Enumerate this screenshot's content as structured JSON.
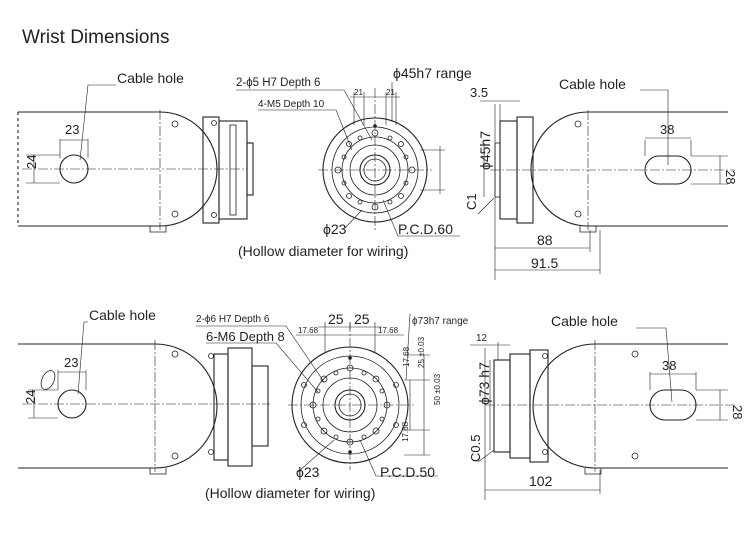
{
  "title": "Wrist Dimensions",
  "top": {
    "left_view": {
      "cable_hole": "Cable hole",
      "dim_23": "23",
      "dim_24": "24"
    },
    "flange_view": {
      "tapped_pin": "2-ϕ5 H7 Depth 6",
      "tapped_screw": "4-M5 Depth 10",
      "range": "ϕ45h7 range",
      "hollow": "ϕ23",
      "pcd": "P.C.D.60",
      "hollow_note": "(Hollow diameter for wiring)",
      "d21": "21",
      "d21b": "21"
    },
    "right_view": {
      "cable_hole": "Cable hole",
      "dim_35": "3.5",
      "dim_38": "38",
      "dim_28": "28",
      "dim_phi45": "ϕ45h7",
      "chamfer": "C1",
      "dim_88": "88",
      "dim_915": "91.5"
    }
  },
  "bottom": {
    "left_view": {
      "cable_hole": "Cable hole",
      "dim_23": "23",
      "dim_24": "24"
    },
    "flange_view": {
      "tapped_pin": "2-ϕ6 H7 Depth 6",
      "tapped_screw": "6-M6 Depth 8",
      "range": "ϕ73h7 range",
      "d25a": "25",
      "d25b": "25",
      "d1768": "17.68",
      "d25tol": "25 ±0.03",
      "d50tol": "50 ±0.03",
      "hollow": "ϕ23",
      "pcd": "P.C.D.50",
      "hollow_note": "(Hollow diameter for wiring)"
    },
    "right_view": {
      "cable_hole": "Cable hole",
      "dim_12": "12",
      "dim_38": "38",
      "dim_28": "28",
      "dim_phi73": "ϕ73 h7",
      "chamfer": "C0.5",
      "dim_102": "102"
    }
  }
}
